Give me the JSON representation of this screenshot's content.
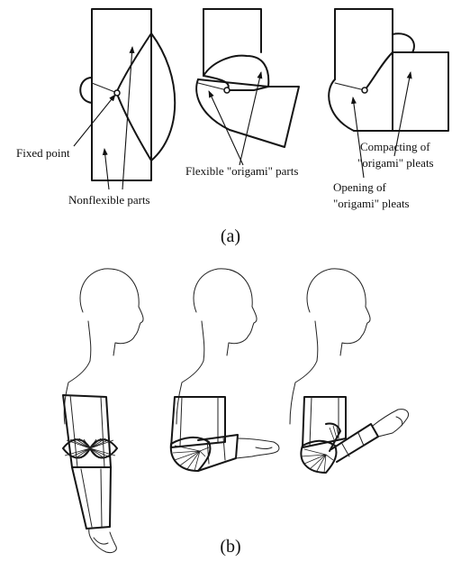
{
  "panel_a": {
    "caption": "(a)",
    "labels": {
      "fixed_point": "Fixed point",
      "nonflexible_parts": "Nonflexible parts",
      "flexible_parts": "Flexible \"origami\" parts",
      "compacting_line1": "Compacting of",
      "compacting_line2": "\"origami\" pleats",
      "opening_line1": "Opening of",
      "opening_line2": "\"origami\" pleats"
    }
  },
  "panel_b": {
    "caption": "(b)"
  }
}
